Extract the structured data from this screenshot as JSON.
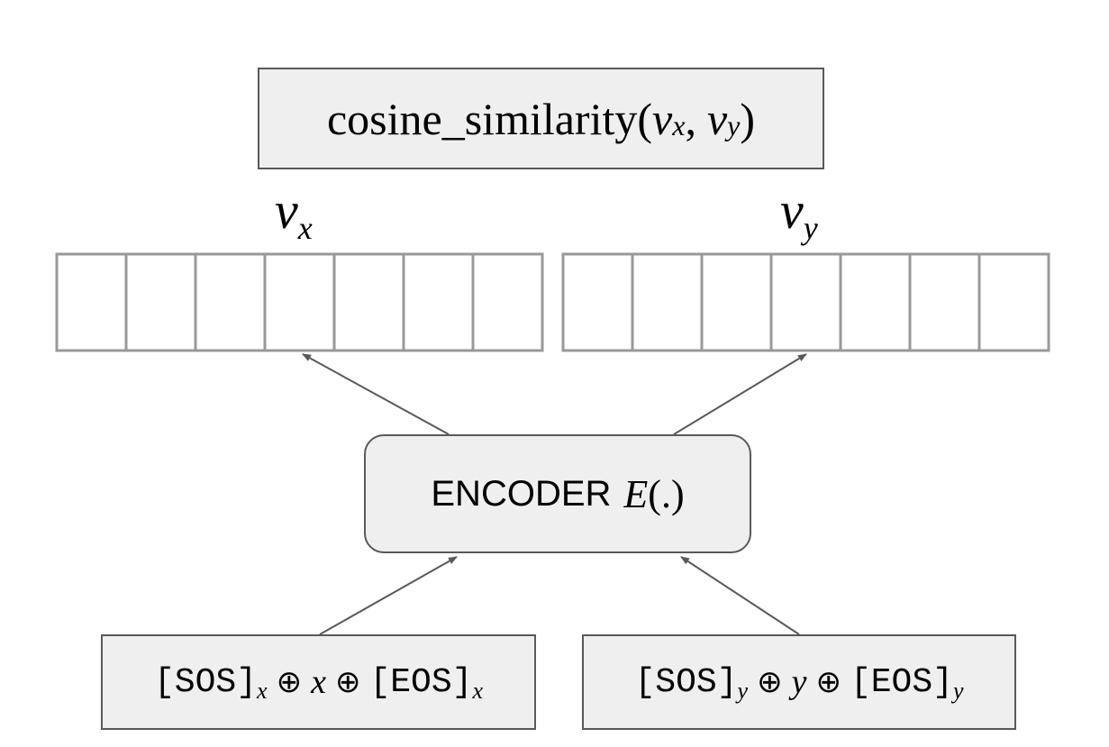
{
  "output": {
    "func": "cosine_similarity",
    "open": "(",
    "v1": "v",
    "v1_sub": "x",
    "comma": ",",
    "v2": "v",
    "v2_sub": "y",
    "close": ")"
  },
  "vectors": {
    "x": {
      "symbol": "v",
      "subscript": "x"
    },
    "y": {
      "symbol": "v",
      "subscript": "y"
    }
  },
  "encoder": {
    "label": "ENCODER",
    "func": "E",
    "args": "(.)"
  },
  "inputs": {
    "x": {
      "sos": "[SOS]",
      "sos_sub": "x",
      "op1": "⊕",
      "var": "x",
      "op2": "⊕",
      "eos": "[EOS]",
      "eos_sub": "x"
    },
    "y": {
      "sos": "[SOS]",
      "sos_sub": "y",
      "op1": "⊕",
      "var": "y",
      "op2": "⊕",
      "eos": "[EOS]",
      "eos_sub": "y"
    }
  },
  "colors": {
    "box_fill": "#efefef",
    "box_border": "#595959",
    "vector_border": "#999999",
    "arrow": "#595959"
  }
}
